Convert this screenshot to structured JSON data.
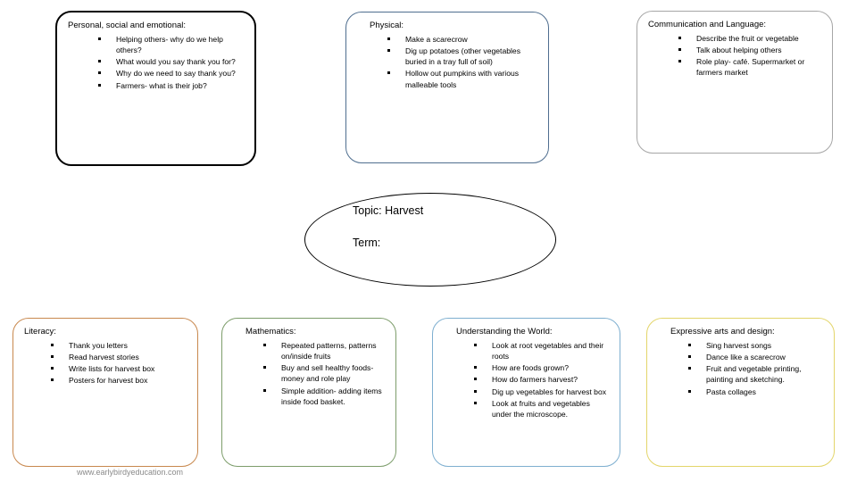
{
  "poster": {
    "center": {
      "topic_label": "Topic: Harvest",
      "term_label": "Term:"
    },
    "footer": {
      "url": "www.earlybirdyeducation.com"
    },
    "boxes": [
      {
        "id": "psed",
        "title": "Personal, social and emotional:",
        "border_color": "#000000",
        "items": [
          "Helping others- why do we help others?",
          "What would you say thank you for?",
          "Why do we need to say thank you?",
          "Farmers- what is their job?"
        ]
      },
      {
        "id": "physical",
        "title": "Physical:",
        "border_color": "#4F6E8F",
        "items": [
          "Make a scarecrow",
          "Dig up potatoes (other vegetables buried in a tray full of soil)",
          "Hollow out pumpkins with various malleable tools"
        ]
      },
      {
        "id": "communication",
        "title": "Communication and Language:",
        "border_color": "#A6A6A6",
        "items": [
          "Describe the fruit or vegetable",
          "Talk about helping others",
          "Role play- café. Supermarket or farmers market"
        ]
      },
      {
        "id": "literacy",
        "title": "Literacy:",
        "border_color": "#C8884E",
        "items": [
          "Thank you letters",
          "Read harvest stories",
          "Write lists for harvest box",
          "Posters for harvest box"
        ]
      },
      {
        "id": "maths",
        "title": "Mathematics:",
        "border_color": "#7D9D6B",
        "items": [
          "Repeated patterns, patterns on/inside fruits",
          "Buy and sell healthy foods- money and role play",
          "Simple addition- adding items inside food basket."
        ]
      },
      {
        "id": "utw",
        "title": "Understanding the World:",
        "border_color": "#7EAFD0",
        "items": [
          "Look at root vegetables and their roots",
          "How are foods grown?",
          "How do farmers harvest?",
          "Dig up vegetables for harvest box",
          "Look at fruits and vegetables under the microscope."
        ]
      },
      {
        "id": "arts",
        "title": "Expressive arts and design:",
        "border_color": "#E3D56A",
        "items": [
          "Sing harvest songs",
          "Dance like a scarecrow",
          "Fruit and vegetable printing, painting and sketching.",
          "Pasta collages"
        ]
      }
    ]
  }
}
